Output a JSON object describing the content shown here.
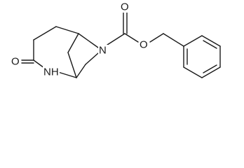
{
  "molecule": {
    "atoms": [
      {
        "id": "carbonyl-oxygen-left",
        "symbol": "O"
      },
      {
        "id": "amide-nitrogen",
        "symbol": "NH"
      },
      {
        "id": "bridge-nitrogen",
        "symbol": "N"
      },
      {
        "id": "carbamate-carbonyl-oxygen",
        "symbol": "O"
      },
      {
        "id": "ester-oxygen",
        "symbol": "O"
      }
    ]
  },
  "colors": {
    "bond": "#1a1a1a",
    "label": "#1a1a1a",
    "background": "#ffffff"
  }
}
